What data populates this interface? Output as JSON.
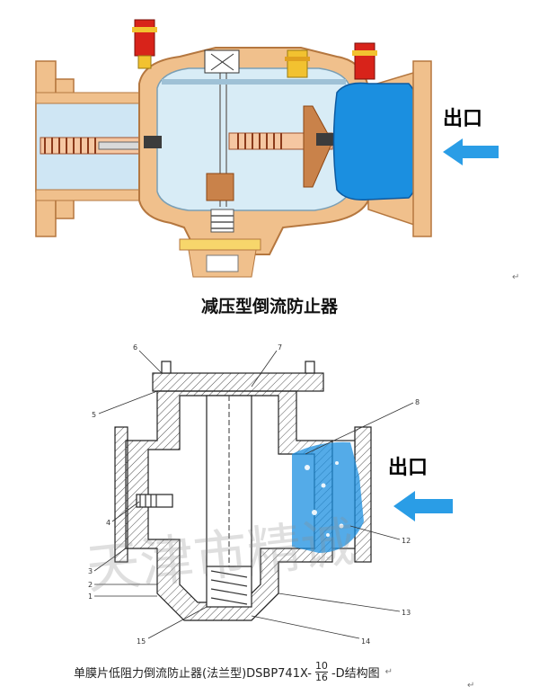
{
  "top_figure": {
    "caption": "减压型倒流防止器",
    "outlet_label": "出口"
  },
  "bottom_figure": {
    "outlet_label": "出口",
    "caption_prefix": "单膜片低阻力倒流防止器(法兰型)DSBP741X-",
    "caption_frac_num": "10",
    "caption_frac_den": "16",
    "caption_suffix": "-D结构图",
    "watermark": "天津市精诚",
    "part_numbers": [
      "6",
      "7",
      "5",
      "8",
      "4",
      "12",
      "3",
      "2",
      "1",
      "15",
      "14",
      "13"
    ]
  },
  "colors": {
    "body_tan": "#f0c08c",
    "body_edge": "#b5773f",
    "chamber_light": "#d8ecf6",
    "outlet_blue": "#1b8fe0",
    "arrow_blue": "#2a9de6",
    "red_cap": "#d8231a",
    "yellow_cap": "#f2c230"
  },
  "return_marks": [
    "↵",
    "↵",
    "↵"
  ]
}
